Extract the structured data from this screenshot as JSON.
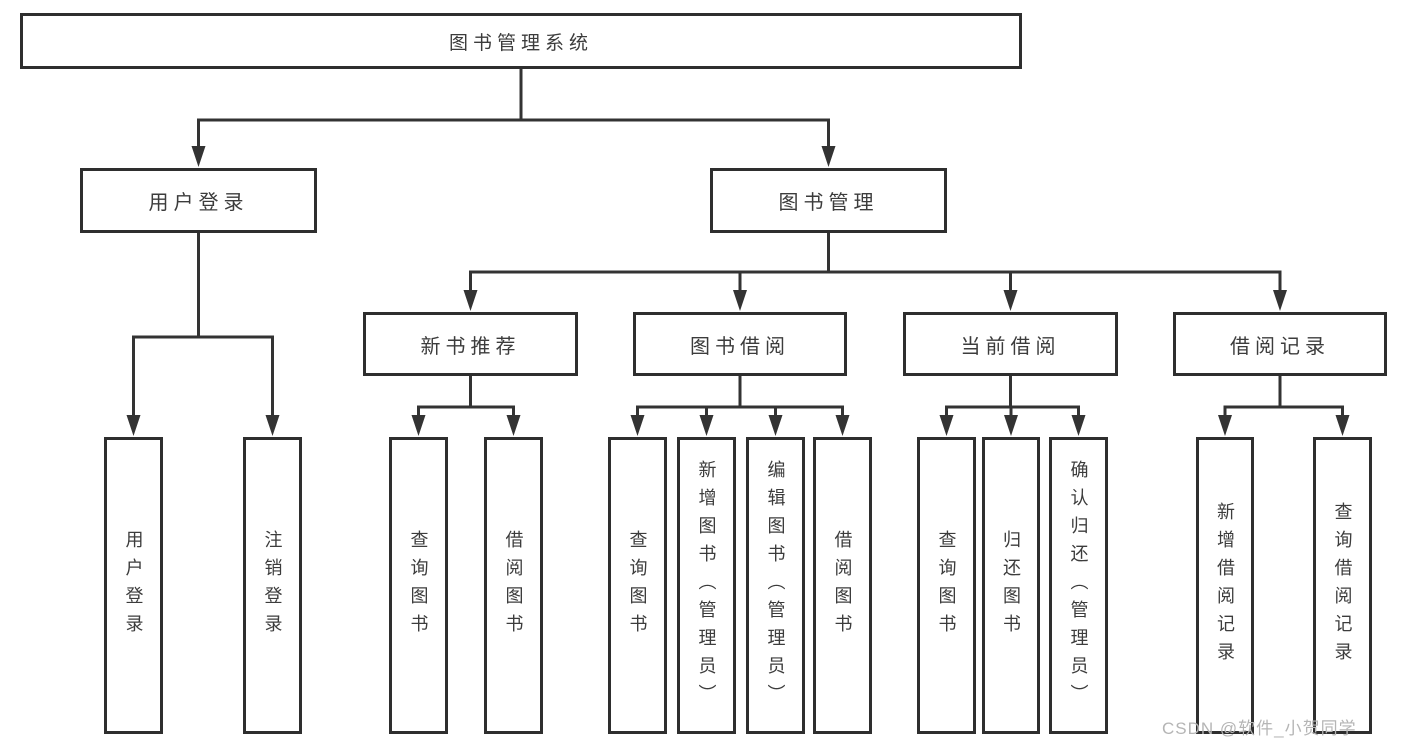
{
  "tree": {
    "root": "图书管理系统",
    "branches": [
      {
        "label": "用户登录",
        "children": [
          "用户登录",
          "注销登录"
        ]
      },
      {
        "label": "图书管理",
        "sections": [
          {
            "label": "新书推荐",
            "children": [
              "查询图书",
              "借阅图书"
            ]
          },
          {
            "label": "图书借阅",
            "children": [
              "查询图书",
              "新增图书（管理员）",
              "编辑图书（管理员）",
              "借阅图书"
            ]
          },
          {
            "label": "当前借阅",
            "children": [
              "查询图书",
              "归还图书",
              "确认归还（管理员）"
            ]
          },
          {
            "label": "借阅记录",
            "children": [
              "新增借阅记录",
              "查询借阅记录"
            ]
          }
        ]
      }
    ]
  },
  "watermark": "CSDN @软件_小贺同学",
  "colors": {
    "background": "#ffffff",
    "box_border": "#2e2e2e",
    "connector": "#333333",
    "text": "#3c3c3c",
    "watermark_text": "#b5b5b5"
  }
}
